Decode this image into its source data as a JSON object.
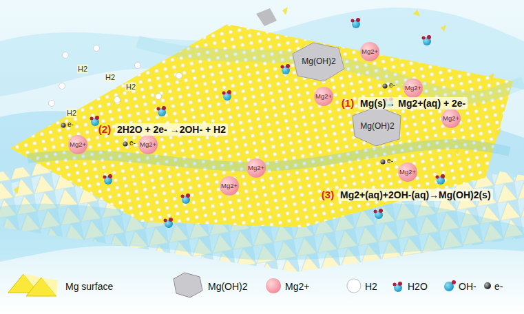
{
  "diagram": {
    "labels": [
      "(1)",
      "Mg(s)→ Mg2+(aq) + 2e-",
      "(2)",
      "2H2O + 2e- →2OH- + H2",
      "(3)",
      "Mg2+(aq)+2OH-(aq)→Mg(OH)2(s)",
      "Mg(OH)2",
      "Mg(OH)2",
      "Mg2+",
      "Mg2+",
      "Mg2+",
      "Mg2+",
      "Mg2+",
      "Mg2+",
      "Mg2+",
      "Mg2+",
      "Mg2+",
      "H2",
      "H2",
      "H2",
      "H2",
      "e-",
      "e-",
      "e-",
      "e-"
    ],
    "legend": [
      {
        "text": "Mg surface"
      },
      {
        "text": "Mg(OH)2"
      },
      {
        "text": "Mg2+"
      },
      {
        "text": "H2"
      },
      {
        "text": "H2O"
      },
      {
        "text": "OH-"
      },
      {
        "text": "e-"
      }
    ]
  }
}
